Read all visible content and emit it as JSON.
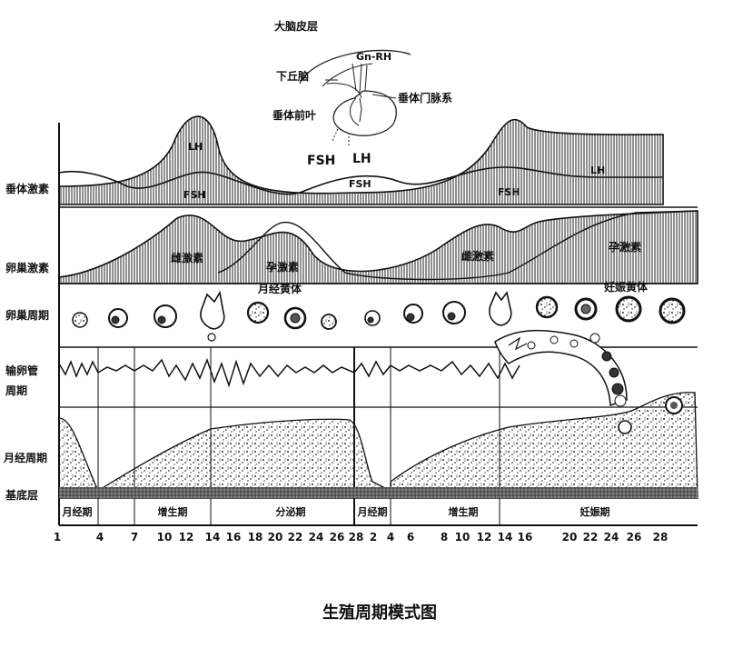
{
  "brain": {
    "cortex": "大脑皮层",
    "gnrh": "Gn-RH",
    "hypothalamus": "下丘脑",
    "portal": "垂体门脉系",
    "anterior": "垂体前叶",
    "fsh": "FSH",
    "lh": "LH"
  },
  "rows": {
    "pituitary": "垂体激素",
    "ovarian_hormone": "卵巢激素",
    "ovarian_cycle": "卵巢周期",
    "tube_line1": "输卵管",
    "tube_line2": "周期",
    "menstrual": "月经周期",
    "basal": "基底层"
  },
  "curves": {
    "lh1": "LH",
    "fsh1": "FSH",
    "fsh2": "FSH",
    "fsh3": "FSH",
    "lh3": "LH",
    "estrogen1": "雌激素",
    "progesterone1": "孕激素",
    "estrogen2": "雌激素",
    "progesterone2": "孕激素",
    "corpus_luteum": "月经黄体",
    "pregnancy_luteum": "妊娠黄体"
  },
  "phases": [
    {
      "label": "月经期"
    },
    {
      "label": "增生期"
    },
    {
      "label": "分泌期"
    },
    {
      "label": "月经期"
    },
    {
      "label": "增生期"
    },
    {
      "label": "妊娠期"
    }
  ],
  "ticks": [
    {
      "label": "1"
    },
    {
      "label": "4"
    },
    {
      "label": "7"
    },
    {
      "label": "10"
    },
    {
      "label": "12"
    },
    {
      "label": "14"
    },
    {
      "label": "16"
    },
    {
      "label": "18"
    },
    {
      "label": "20"
    },
    {
      "label": "22"
    },
    {
      "label": "24"
    },
    {
      "label": "26"
    },
    {
      "label": "28"
    },
    {
      "label": "2"
    },
    {
      "label": "4"
    },
    {
      "label": "6"
    },
    {
      "label": "8"
    },
    {
      "label": "10"
    },
    {
      "label": "12"
    },
    {
      "label": "14"
    },
    {
      "label": "16"
    },
    {
      "label": "20"
    },
    {
      "label": "22"
    },
    {
      "label": "24"
    },
    {
      "label": "26"
    },
    {
      "label": "28"
    }
  ],
  "caption": "生殖周期模式图"
}
